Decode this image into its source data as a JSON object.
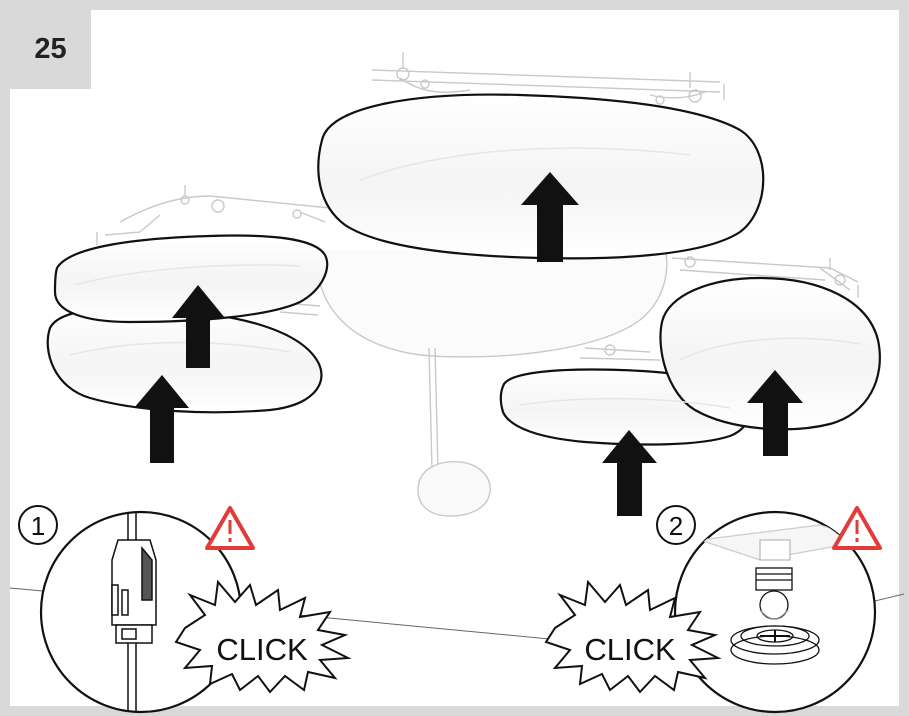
{
  "step": {
    "number": "25"
  },
  "details": [
    {
      "index": "1",
      "sound": "CLICK"
    },
    {
      "index": "2",
      "sound": "CLICK"
    }
  ],
  "colors": {
    "frame": "#d9d9da",
    "ghost_line": "#c9c9c9",
    "shade_outline": "#111111",
    "arrow": "#111111",
    "warning": "#e23b3b"
  },
  "icons": [
    "upward-arrow-icon",
    "warning-triangle-icon",
    "click-burst-icon"
  ]
}
